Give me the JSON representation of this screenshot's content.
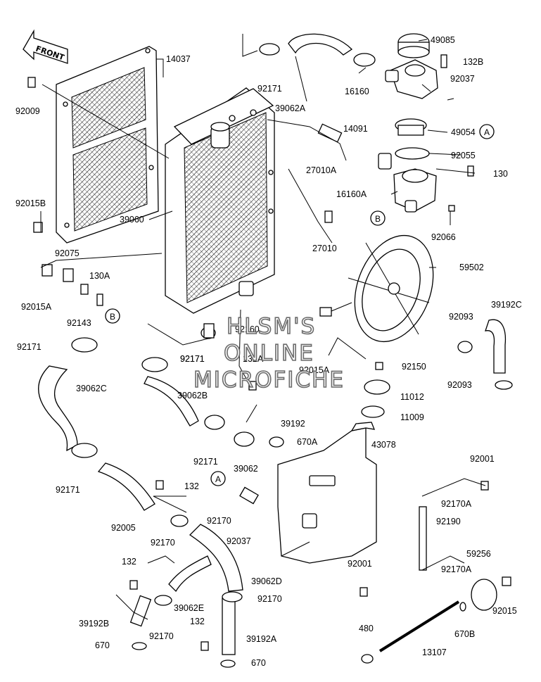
{
  "front_label": "FRONT",
  "watermark": [
    "HLSM'S",
    "ONLINE",
    "MICROFICHE"
  ],
  "refs": [
    "A",
    "B",
    "A",
    "B"
  ],
  "labels": [
    "14037",
    "92009",
    "92015B",
    "39060",
    "92075",
    "130A",
    "92015A",
    "92143",
    "92171",
    "92171",
    "39062C",
    "92171",
    "92005",
    "39062A",
    "92171",
    "49085",
    "132B",
    "92037",
    "16160",
    "49054",
    "14091",
    "27010A",
    "92055",
    "130",
    "16160A",
    "92066",
    "27010",
    "59502",
    "39192C",
    "92093",
    "92093",
    "92160",
    "92171",
    "132A",
    "92015A",
    "92150",
    "39062B",
    "11012",
    "11009",
    "39192",
    "670A",
    "92171",
    "43078",
    "92001",
    "39062",
    "132",
    "92170",
    "92170",
    "92037",
    "92170A",
    "92190",
    "92001",
    "92170A",
    "59256",
    "132",
    "39062E",
    "39062D",
    "92170",
    "39192B",
    "132",
    "92170",
    "92015",
    "39192A",
    "670",
    "670",
    "480",
    "13107",
    "670B"
  ]
}
